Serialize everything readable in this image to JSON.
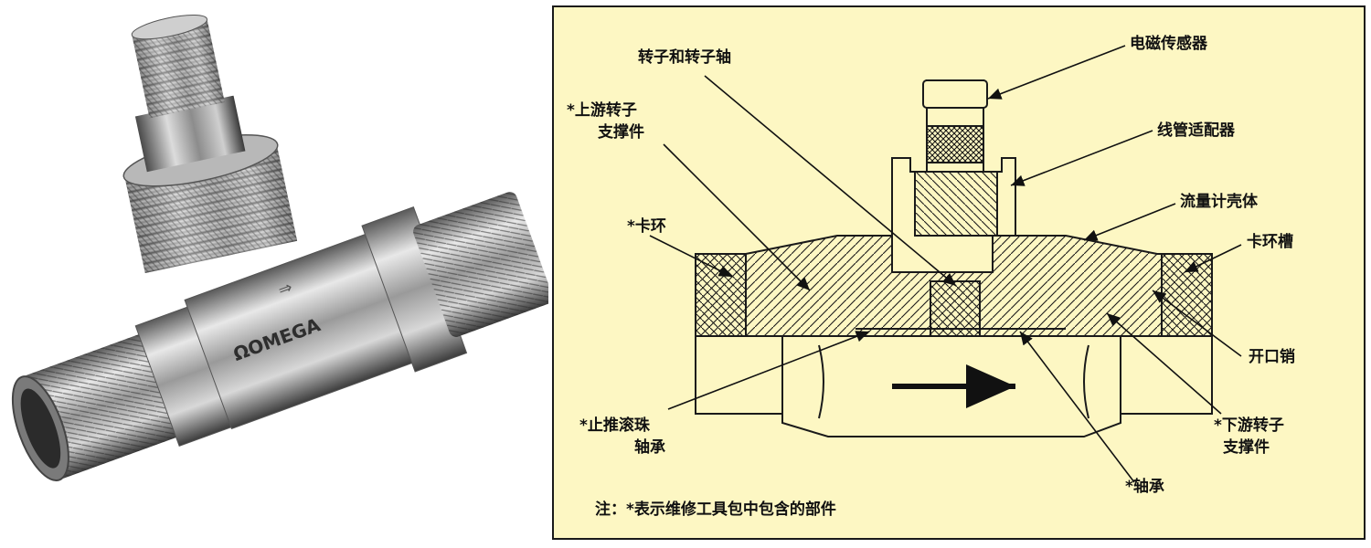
{
  "photo": {
    "brand_logo_text": "ΩOMEGA"
  },
  "diagram": {
    "labels": {
      "rotor_and_shaft": "转子和转子轴",
      "upstream_support_l1": "*上游转子",
      "upstream_support_l2": "支撑件",
      "retaining_ring": "*卡环",
      "thrust_bearing_l1": "*止推滚珠",
      "thrust_bearing_l2": "轴承",
      "magnetic_pickup": "电磁传感器",
      "conduit_adapter": "线管适配器",
      "flowmeter_body": "流量计壳体",
      "ring_groove": "卡环槽",
      "cotter_pin": "开口销",
      "downstream_support_l1": "*下游转子",
      "downstream_support_l2": "支撑件",
      "bearing": "*轴承"
    },
    "note": "注：*表示维修工具包中包含的部件",
    "colors": {
      "panel_bg": "#fdf7c3",
      "line": "#1a1a1a"
    }
  }
}
